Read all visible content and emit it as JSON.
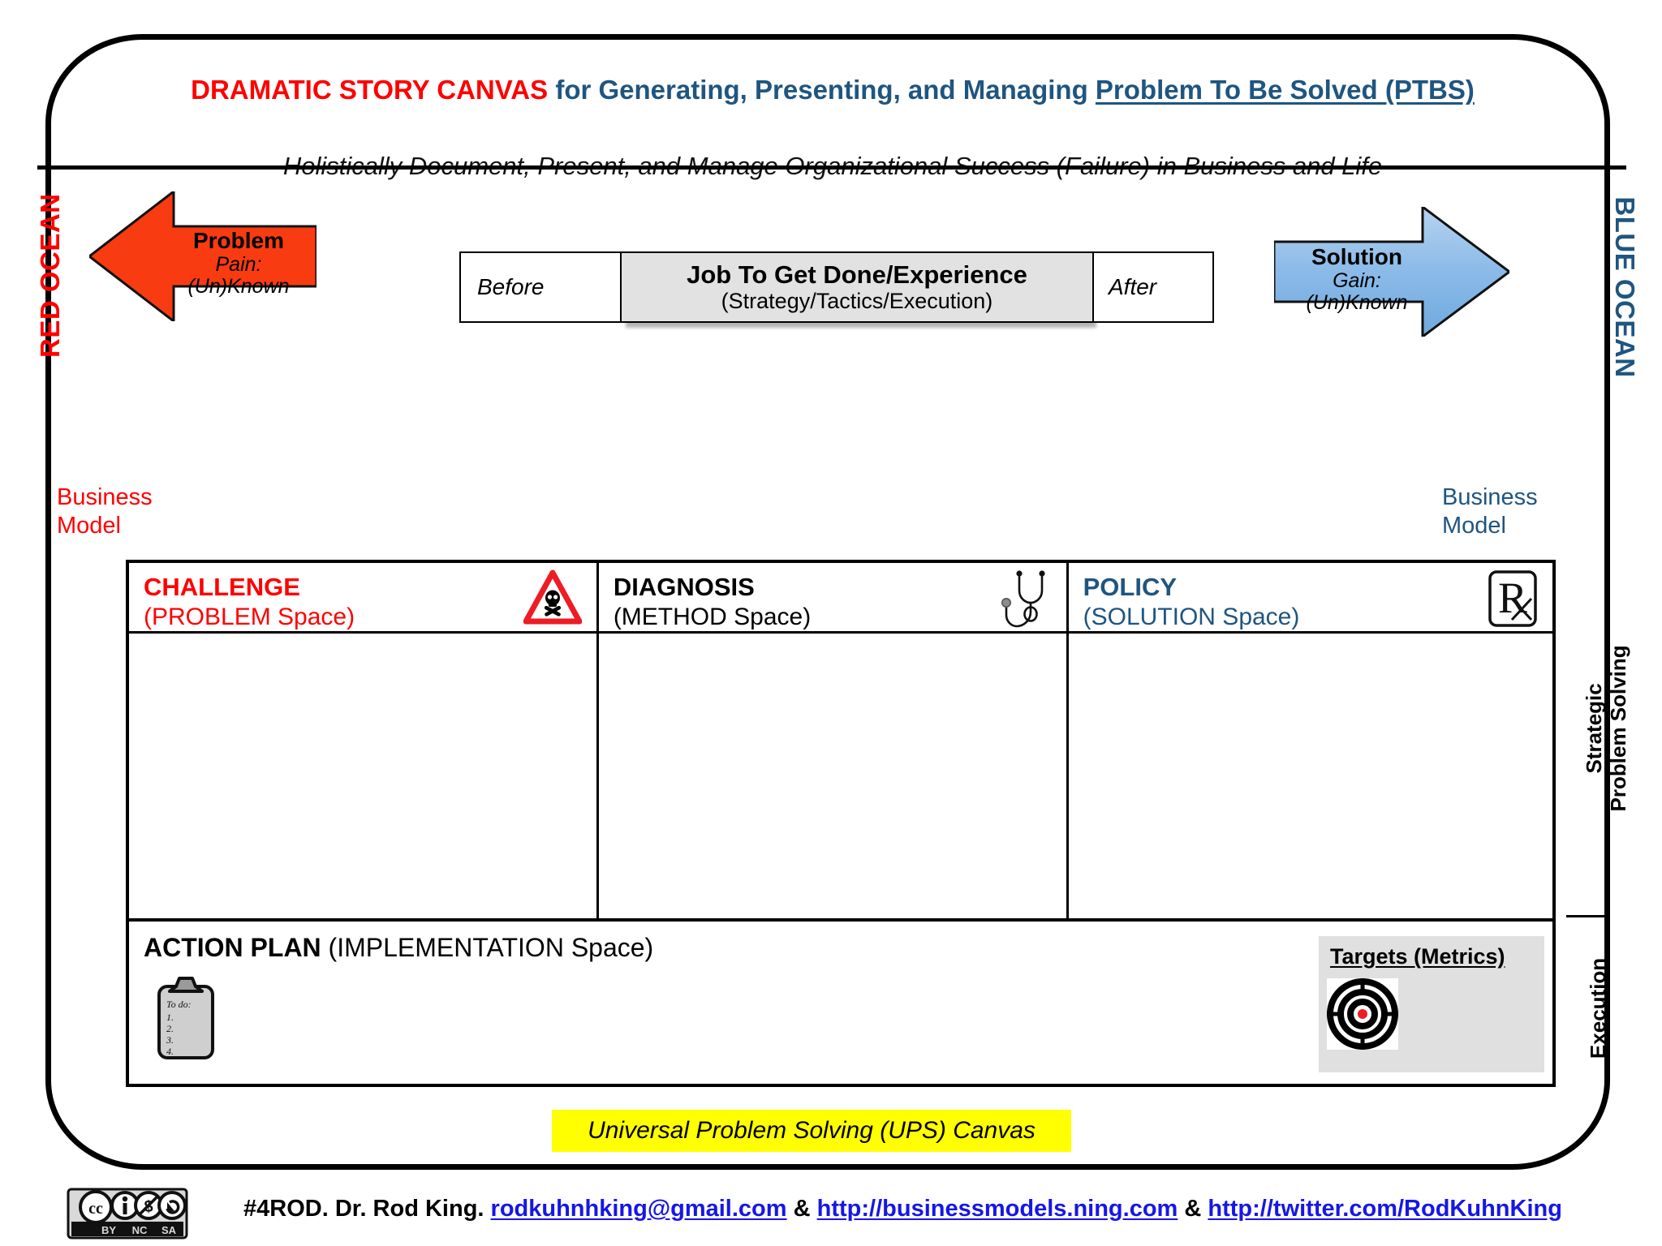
{
  "header": {
    "title_red": "DRAMATIC STORY CANVAS",
    "title_mid": " for Generating, Presenting, and Managing ",
    "title_underlined": "Problem To Be Solved (PTBS)",
    "subtitle": "Holistically Document, Present, and Manage Organizational Success (Failure) in Business and Life"
  },
  "oceans": {
    "left_label": "RED OCEAN",
    "right_label": "BLUE OCEAN",
    "left_caption": "Business\nModel",
    "right_caption": "Business\nModel",
    "left_color": "#ff0000",
    "right_color": "#1f5580"
  },
  "arrows": {
    "problem": {
      "title": "Problem",
      "subtitle": "Pain: (Un)Known",
      "color": "#f93b11",
      "direction": "left"
    },
    "solution": {
      "title": "Solution",
      "subtitle": "Gain: (Un)Known",
      "color": "#8cbbe8",
      "direction": "right"
    }
  },
  "jtbd": {
    "before": "Before",
    "center_title": "Job To Get Done/Experience",
    "center_sub": "(Strategy/Tactics/Execution)",
    "after": "After"
  },
  "matrix": {
    "columns": [
      {
        "title": "CHALLENGE",
        "subtitle": "(PROBLEM Space)",
        "color": "#ff0000",
        "icon": "hazard-skull-icon",
        "body": ""
      },
      {
        "title": "DIAGNOSIS",
        "subtitle": "(METHOD Space)",
        "color": "#000000",
        "icon": "stethoscope-icon",
        "body": ""
      },
      {
        "title": "POLICY",
        "subtitle": "(SOLUTION Space)",
        "color": "#1f5580",
        "icon": "rx-prescription-icon",
        "body": ""
      }
    ]
  },
  "action_plan": {
    "title_strong": "ACTION PLAN",
    "title_rest": " (IMPLEMENTATION Space)",
    "clipboard": {
      "heading": "To do:",
      "items": [
        "1.",
        "2.",
        "3.",
        "4."
      ]
    },
    "targets": {
      "title": "Targets (Metrics)",
      "icon": "bullseye-target-icon",
      "background": "#e0e0e0"
    }
  },
  "bands": {
    "strategic": "Strategic\nProblem Solving",
    "execution": "Execution"
  },
  "banner": {
    "text": "Universal Problem Solving (UPS) Canvas",
    "background": "#ffff00"
  },
  "footer": {
    "license_icon": "creative-commons-by-nc-sa-icon",
    "license_labels": [
      "BY",
      "NC",
      "SA"
    ],
    "prefix": "#4ROD. Dr. Rod King. ",
    "email": "rodkuhnhking@gmail.com",
    "sep1": " & ",
    "site": "http://businessmodels.ning.com",
    "sep2": " & ",
    "twitter": "http://twitter.com/RodKuhnKing",
    "link_color": "#1616e8"
  }
}
